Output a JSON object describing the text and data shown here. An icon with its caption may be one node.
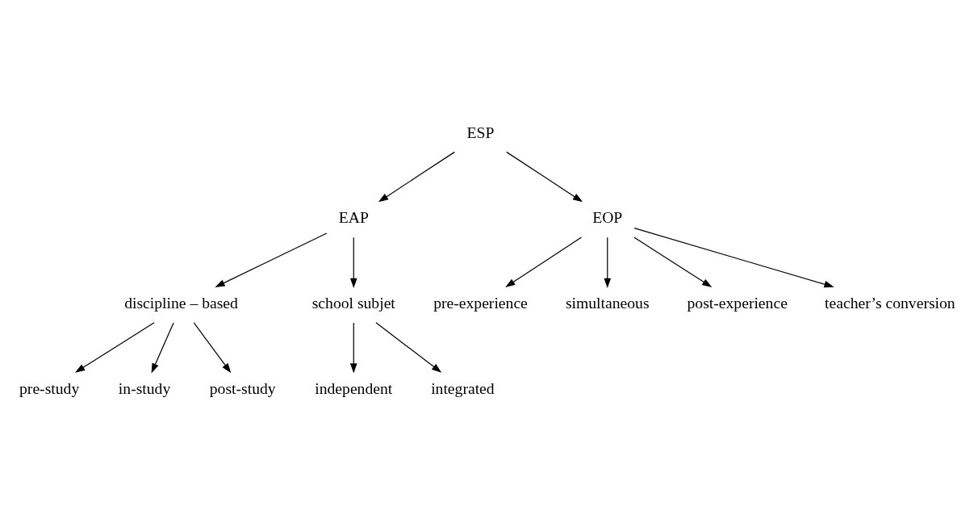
{
  "diagram": {
    "nodes": [
      {
        "text": [
          "ESP"
        ]
      },
      {
        "text": [
          "EAP"
        ]
      },
      {
        "text": [
          "EOP"
        ]
      },
      {
        "text": [
          "discipline – based"
        ]
      },
      {
        "text": [
          "school subjet"
        ]
      },
      {
        "text": [
          "independent"
        ]
      },
      {
        "text": [
          "integrated"
        ]
      },
      {
        "text": [
          "pre-study"
        ]
      },
      {
        "text": [
          "in-study"
        ]
      },
      {
        "text": [
          "post-study"
        ]
      },
      {
        "text": [
          "pre-experience"
        ]
      },
      {
        "text": [
          "simultaneous"
        ]
      },
      {
        "text": [
          "post-experience"
        ]
      },
      {
        "text": [
          "teacher’s conversion"
        ]
      }
    ],
    "edges": [
      {
        "from": 0,
        "to": 1,
        "arrow": "to"
      },
      {
        "from": 0,
        "to": 2,
        "arrow": "to"
      },
      {
        "from": 1,
        "to": 3,
        "arrow": "to"
      },
      {
        "from": 1,
        "to": 4,
        "arrow": "to"
      },
      {
        "from": 4,
        "to": 5,
        "arrow": "to"
      },
      {
        "from": 4,
        "to": 6,
        "arrow": "to"
      },
      {
        "from": 3,
        "to": 7,
        "arrow": "to"
      },
      {
        "from": 3,
        "to": 8,
        "arrow": "to"
      },
      {
        "from": 3,
        "to": 9,
        "arrow": "to"
      },
      {
        "from": 2,
        "to": 10,
        "arrow": "to"
      },
      {
        "from": 2,
        "to": 11,
        "arrow": "to"
      },
      {
        "from": 2,
        "to": 12,
        "arrow": "to"
      },
      {
        "from": 2,
        "to": 13,
        "arrow": "to"
      }
    ]
  }
}
